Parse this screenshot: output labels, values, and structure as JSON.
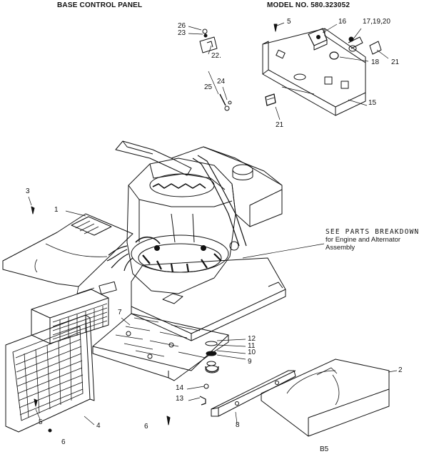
{
  "header": {
    "left_title": "BASE CONTROL PANEL",
    "right_title": "MODEL NO. 580.323052"
  },
  "note": {
    "line1": "SEE PARTS BREAKDOWN",
    "line2": "for Engine and Alternator",
    "line3": "Assembly"
  },
  "callouts": {
    "c1": "1",
    "c2": "2",
    "c3": "3",
    "c4": "4",
    "c5a": "5",
    "c5b": "5",
    "c6a": "6",
    "c6b": "6",
    "c7": "7",
    "c8": "8",
    "c9": "9",
    "c10": "10",
    "c11": "11",
    "c12": "12",
    "c13": "13",
    "c14": "14",
    "c15": "15",
    "c16": "16",
    "c17": "17,19,20",
    "c18": "18",
    "c21a": "21",
    "c21b": "21",
    "c22": "22.",
    "c23": "23",
    "c24": "24",
    "c25": "25",
    "c26": "26"
  },
  "footer": {
    "code": "B5"
  },
  "colors": {
    "ink": "#111111",
    "paper": "#ffffff"
  }
}
